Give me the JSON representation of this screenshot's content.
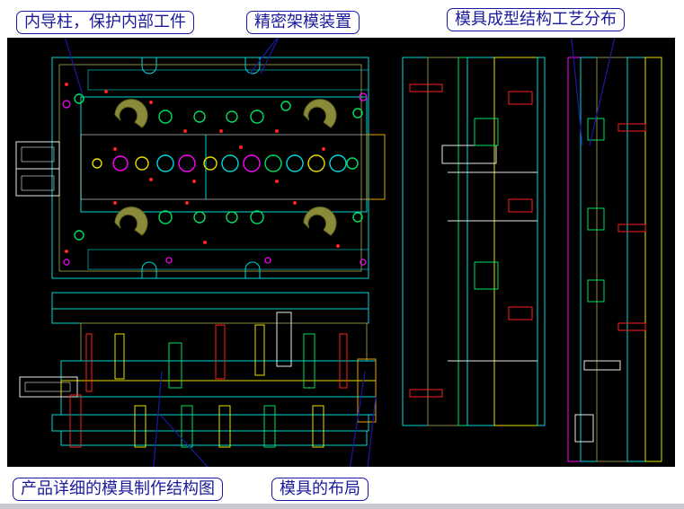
{
  "callouts": {
    "inner_guide": "内导柱，保护内部工件",
    "precision_frame": "精密架模装置",
    "forming_layout": "模具成型结构工艺分布",
    "product_structure": "产品详细的模具制作结构图",
    "mold_layout": "模具的布局"
  },
  "colors": {
    "background": "#000000",
    "callout_text": "#1a1a9a",
    "leader_line": "#1a1aa8",
    "cad_cyan": "#00d8d8",
    "cad_green": "#00e060",
    "cad_yellow": "#e8e000",
    "cad_red": "#ff2020",
    "cad_magenta": "#ff00ff",
    "cad_olive": "#8a8a3a",
    "cad_white": "#e8e8e8"
  }
}
